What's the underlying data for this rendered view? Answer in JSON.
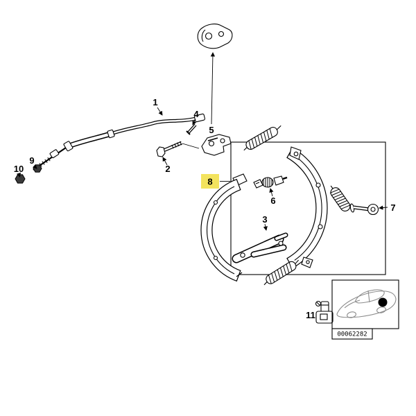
{
  "diagram": {
    "highlight_color": "#f3e35e",
    "selected_callout": "8",
    "callouts": {
      "c1": {
        "text": "1"
      },
      "c2": {
        "text": "2"
      },
      "c3": {
        "text": "3"
      },
      "c4": {
        "text": "4"
      },
      "c5": {
        "text": "5"
      },
      "c6": {
        "text": "6"
      },
      "c7": {
        "text": "7"
      },
      "c8": {
        "text": "8"
      },
      "c9": {
        "text": "9"
      },
      "c10": {
        "text": "10"
      },
      "c11": {
        "text": "11"
      }
    },
    "inset": {
      "diagram_code": "00062282"
    }
  }
}
